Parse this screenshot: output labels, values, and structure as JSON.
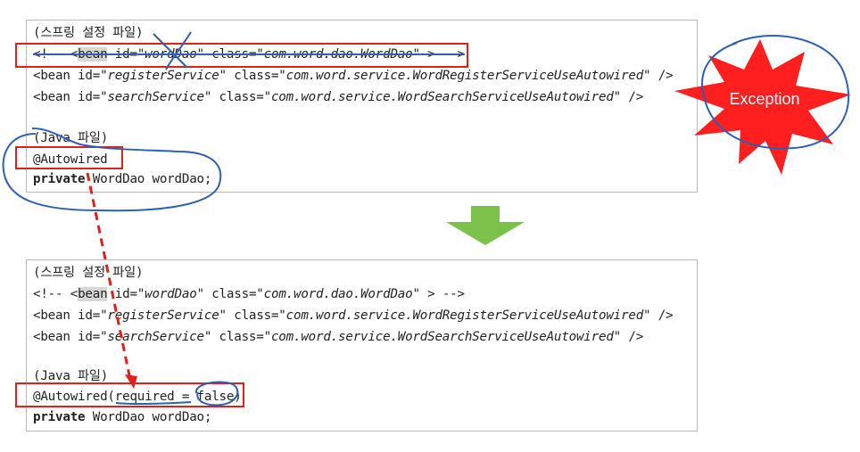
{
  "top_panel": {
    "line1": "(스프링 설정 파일)",
    "line2": {
      "prefix": "<!-- <",
      "bean_word": "bean",
      "id_attr": " id=",
      "id_value": "\"wordDao\"",
      "class_attr": " class=",
      "class_value": "\"com.word.dao.WordDao\"",
      "suffix": " > -->"
    },
    "line3": {
      "prefix": "<bean id=",
      "id_value": "\"registerService\"",
      "class_attr": " class=",
      "class_value": "\"com.word.service.WordRegisterServiceUseAutowired\"",
      "suffix": " />"
    },
    "line4": {
      "prefix": "<bean id=",
      "id_value": "\"searchService\"",
      "class_attr": " class=",
      "class_value": "\"com.word.service.WordSearchServiceUseAutowired\"",
      "suffix": " />"
    },
    "line5": "(Java 파일)",
    "line6": "@Autowired",
    "line7": {
      "keyword": "private",
      "rest": " WordDao wordDao;"
    }
  },
  "bottom_panel": {
    "line1": "(스프링 설정 파일)",
    "line2": {
      "prefix": "<!-- <",
      "bean_word": "bean",
      "id_attr": " id=",
      "id_value": "\"wordDao\"",
      "class_attr": " class=",
      "class_value": "\"com.word.dao.WordDao\"",
      "suffix": " > -->"
    },
    "line3": {
      "prefix": "<bean id=",
      "id_value": "\"registerService\"",
      "class_attr": " class=",
      "class_value": "\"com.word.service.WordRegisterServiceUseAutowired\"",
      "suffix": " />"
    },
    "line4": {
      "prefix": "<bean id=",
      "id_value": "\"searchService\"",
      "class_attr": " class=",
      "class_value": "\"com.word.service.WordSearchServiceUseAutowired\"",
      "suffix": " />"
    },
    "line5": "(Java 파일)",
    "line6": {
      "annotation": "@Autowired(",
      "param": "required",
      "eq": " = ",
      "value": "false",
      "close": ")"
    },
    "line7": {
      "keyword": "private",
      "rest": " WordDao wordDao;"
    }
  },
  "exception": {
    "label": "Exception",
    "color": "#ff1f1f"
  },
  "colors": {
    "annotation_red": "#e0201d",
    "pen_blue": "#2f5fb0",
    "arrow_green": "#7cc24a",
    "panel_border": "#b9b9b9",
    "highlight_gray": "#d7d7d7"
  }
}
